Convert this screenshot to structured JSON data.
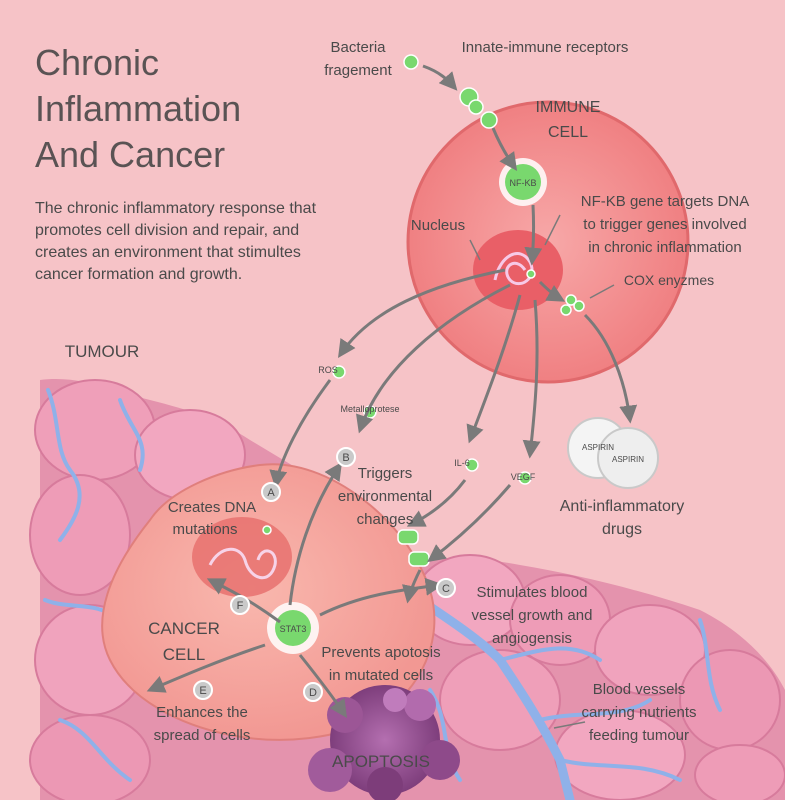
{
  "title_lines": [
    "Chronic",
    "Inflammation",
    "And Cancer"
  ],
  "intro_lines": [
    "The chronic inflammatory response that",
    "promotes cell division and repair, and",
    "creates an environment that stimultes",
    "cancer formation and growth."
  ],
  "labels": {
    "bacteria": [
      "Bacteria",
      "fragement"
    ],
    "receptors": "Innate-immune receptors",
    "immune_cell": [
      "IMMUNE",
      "CELL"
    ],
    "nfkb_badge": "NF-KB",
    "nfkb_note": [
      "NF-KB gene targets DNA",
      "to trigger genes involved",
      "in chronic inflammation"
    ],
    "nucleus": "Nucleus",
    "cox": "COX enyzmes",
    "tumour": "TUMOUR",
    "ros": "ROS",
    "metalloprotease": "Metalloprotese",
    "il6": "IL-6",
    "vegf": "VEGF",
    "anti_inflammatory": [
      "Anti-inflammatory",
      "drugs"
    ],
    "pill1": "ASPIRIN",
    "pill2": "ASPIRIN",
    "mutations": [
      "Creates DNA",
      "mutations"
    ],
    "triggers": [
      "Triggers",
      "environmental",
      "changes"
    ],
    "stimulates": [
      "Stimulates blood",
      "vessel growth and",
      "angiogensis"
    ],
    "cancer_cell": [
      "CANCER",
      "CELL"
    ],
    "stat3": "STAT3",
    "prevents": [
      "Prevents apotosis",
      "in mutated cells"
    ],
    "enhances": [
      "Enhances the",
      "spread of cells"
    ],
    "apoptosis": "APOPTOSIS",
    "vessels": [
      "Blood vessels",
      "carrying nutrients",
      "feeding tumour"
    ]
  },
  "markers": {
    "a": "A",
    "b": "B",
    "c": "C",
    "d": "D",
    "e": "E",
    "f": "F"
  },
  "colors": {
    "background": "#f6c3c7",
    "immune_cell": "#f28a8c",
    "cancer_cell": "#f4a39f",
    "tumour_tissue": "#e996b2",
    "vessel": "#8fb1e9",
    "molecule": "#7ad96f",
    "apoptosis": "#a15b9b",
    "arrow": "#777777"
  }
}
